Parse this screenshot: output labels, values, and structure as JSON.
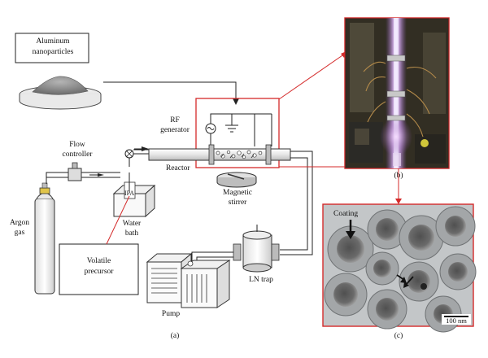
{
  "labels": {
    "aluminum_line1": "Aluminum",
    "aluminum_line2": "nanoparticles",
    "rf_line1": "RF",
    "rf_line2": "generator",
    "flow_line1": "Flow",
    "flow_line2": "controller",
    "reactor": "Reactor",
    "magnetic_line1": "Magnetic",
    "magnetic_line2": "stirrer",
    "argon_line1": "Argon",
    "argon_line2": "gas",
    "ipa": "IPA",
    "water_line1": "Water",
    "water_line2": "bath",
    "volatile_line1": "Volatile",
    "volatile_line2": "precursor",
    "ln_trap": "LN trap",
    "pump": "Pump",
    "coating": "Coating",
    "scale_bar": "100 nm"
  },
  "panels": {
    "a": "(a)",
    "b": "(b)",
    "c": "(c)"
  },
  "colors": {
    "highlight": "#d42a2a",
    "line": "#222222",
    "plasma": "#c9a3e0"
  }
}
